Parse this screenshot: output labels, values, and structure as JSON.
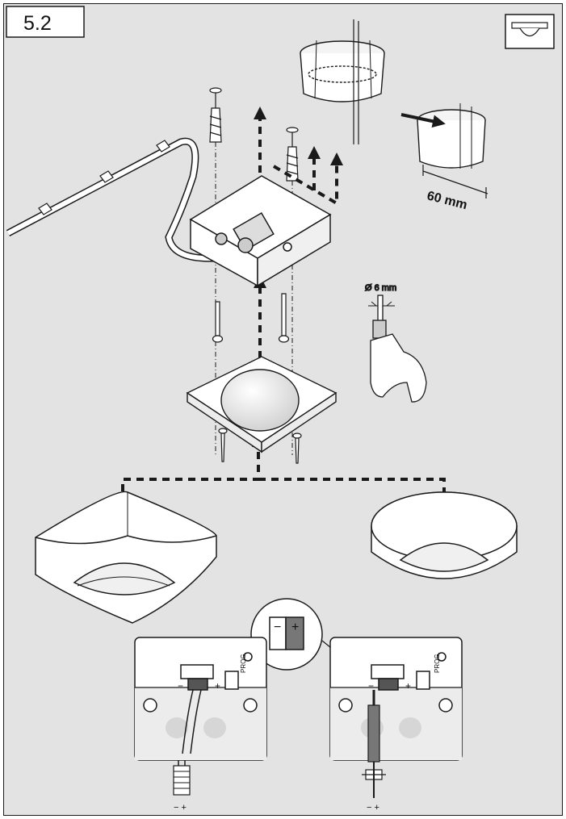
{
  "page": {
    "section_number": "5.2"
  },
  "dimensions": {
    "box_depth": "60 mm",
    "drill_diameter": "Ø 6 mm"
  },
  "polarity": {
    "minus": "−",
    "plus": "+"
  },
  "left_panel": {
    "prog_label": "PROG.",
    "terminal_minus": "−",
    "terminal_plus": "+",
    "cable_polarity": "− +"
  },
  "right_panel": {
    "prog_label": "PROG.",
    "terminal_minus": "−",
    "terminal_plus": "+",
    "cable_polarity": "− +"
  },
  "colors": {
    "background": "#e3e3e3",
    "line": "#1a1a1a",
    "part_fill": "#ffffff",
    "plus_fill": "#777777"
  },
  "icons": [
    "ceiling-sensor-icon",
    "flush-box-icon",
    "drill-icon",
    "screw-icon",
    "wall-plug-icon",
    "arrow-up-icon",
    "cable-icon"
  ]
}
